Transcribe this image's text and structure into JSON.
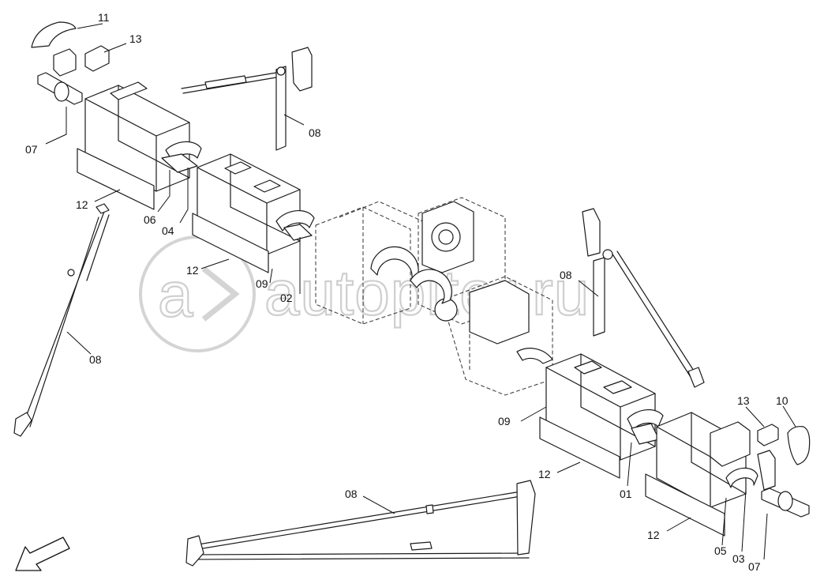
{
  "watermark": {
    "text": "autopiter.ru"
  },
  "labels": [
    {
      "id": "11a",
      "text": "11"
    },
    {
      "id": "13a",
      "text": "13"
    },
    {
      "id": "07a",
      "text": "07"
    },
    {
      "id": "08a",
      "text": "08"
    },
    {
      "id": "12a",
      "text": "12"
    },
    {
      "id": "06a",
      "text": "06"
    },
    {
      "id": "04a",
      "text": "04"
    },
    {
      "id": "12b",
      "text": "12"
    },
    {
      "id": "09a",
      "text": "09"
    },
    {
      "id": "02a",
      "text": "02"
    },
    {
      "id": "08b",
      "text": "08"
    },
    {
      "id": "08c",
      "text": "08"
    },
    {
      "id": "09b",
      "text": "09"
    },
    {
      "id": "12c",
      "text": "12"
    },
    {
      "id": "13b",
      "text": "13"
    },
    {
      "id": "10a",
      "text": "10"
    },
    {
      "id": "01a",
      "text": "01"
    },
    {
      "id": "08d",
      "text": "08"
    },
    {
      "id": "12d",
      "text": "12"
    },
    {
      "id": "05a",
      "text": "05"
    },
    {
      "id": "03a",
      "text": "03"
    },
    {
      "id": "07b",
      "text": "07"
    }
  ]
}
